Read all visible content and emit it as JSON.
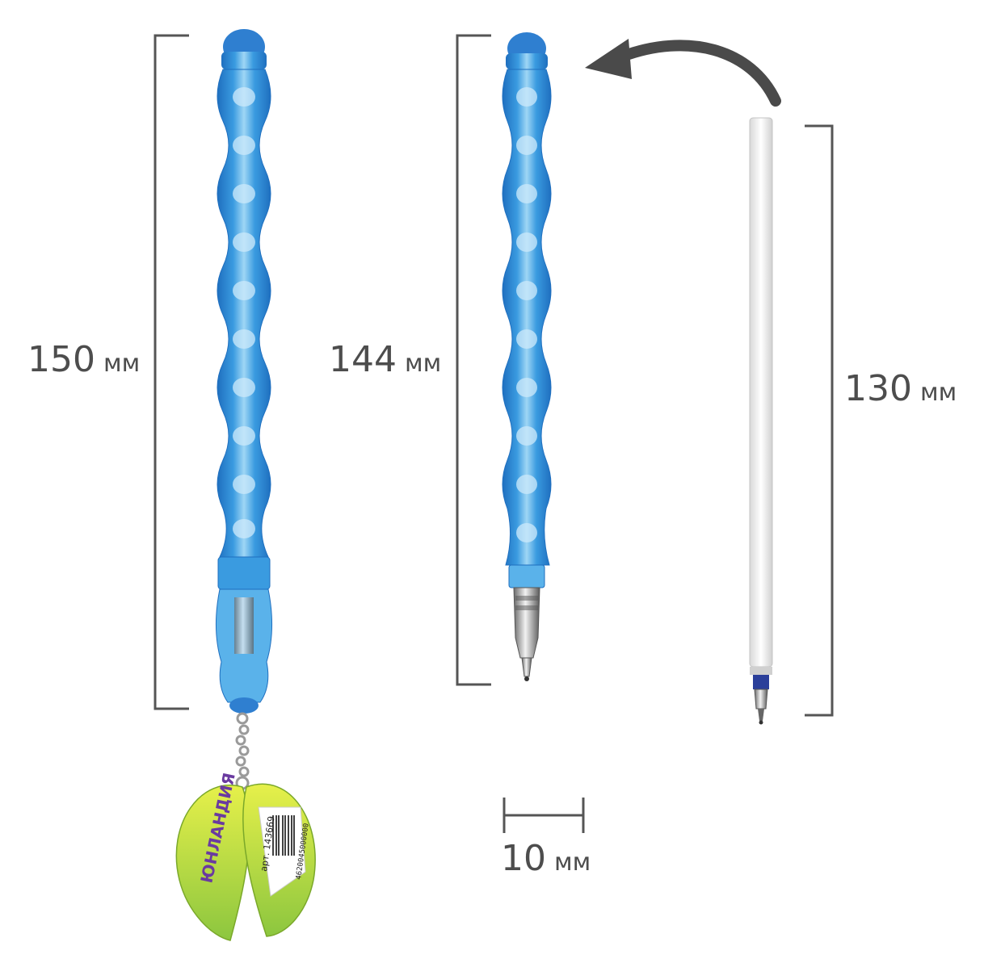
{
  "measurements": {
    "pen_length": {
      "value": "150",
      "unit": "мм"
    },
    "pen_body_length": {
      "value": "144",
      "unit": "мм"
    },
    "refill_length": {
      "value": "130",
      "unit": "мм"
    },
    "diameter": {
      "value": "10",
      "unit": "мм"
    }
  },
  "tag": {
    "brand": "ЮНЛАНДИЯ",
    "article": "арт. 143669",
    "barcode_digits": "4620045000000"
  },
  "colors": {
    "pen_blue": "#2f8fd8",
    "pen_blue_light": "#7cc4f0",
    "bracket_gray": "#555555",
    "arrow_gray": "#4a4a4a",
    "leaf_green": "#a8d43c",
    "refill_tip_blue": "#2b3f9a"
  }
}
